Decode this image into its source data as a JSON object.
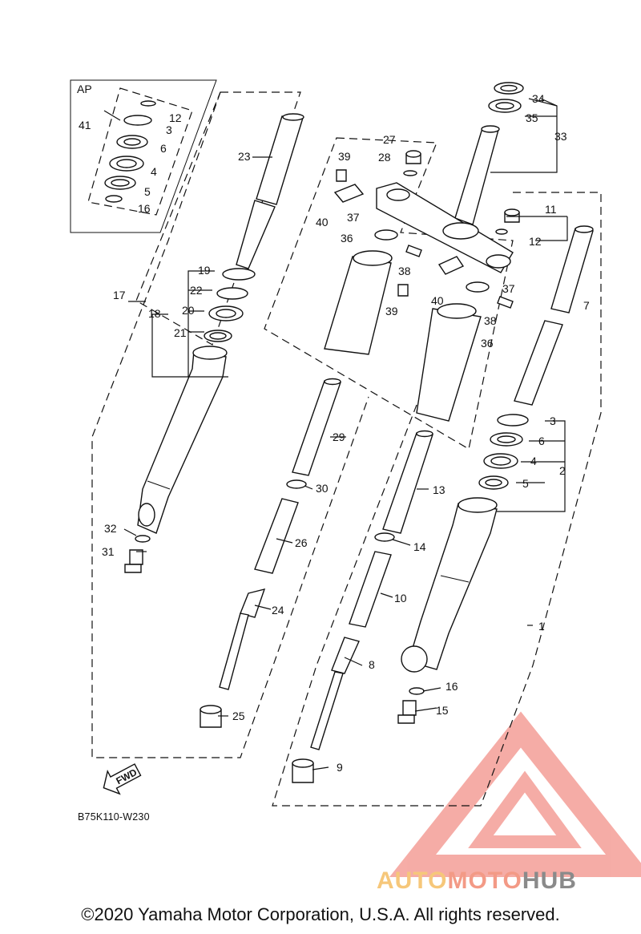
{
  "diagram": {
    "code": "B75K110-W230",
    "fwd_label": "FWD",
    "ap_label": "AP",
    "copyright": "©2020 Yamaha Motor Corporation, U.S.A. All rights reserved.",
    "watermark": {
      "part1": "AUTO",
      "part2": "MOTO",
      "part3": "HUB"
    },
    "callouts": [
      "1",
      "2",
      "3",
      "4",
      "5",
      "6",
      "7",
      "8",
      "9",
      "10",
      "11",
      "12",
      "13",
      "14",
      "15",
      "16",
      "17",
      "18",
      "19",
      "20",
      "21",
      "22",
      "23",
      "24",
      "25",
      "26",
      "27",
      "28",
      "29",
      "30",
      "31",
      "32",
      "33",
      "34",
      "35",
      "36",
      "37",
      "38",
      "39",
      "40",
      "41"
    ]
  },
  "colors": {
    "line": "#111111",
    "watermark_red": "#f07a70",
    "watermark_orange": "#f6c77a",
    "watermark_grey": "#8a8a8a"
  }
}
